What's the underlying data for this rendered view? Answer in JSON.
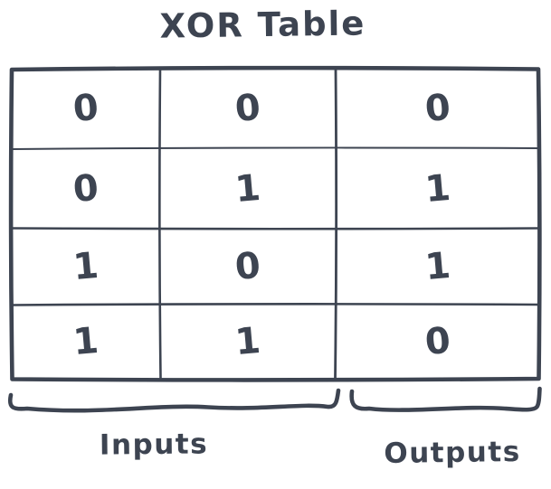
{
  "title": "XOR Table",
  "table": {
    "rows": [
      [
        "0",
        "0",
        "0"
      ],
      [
        "0",
        "1",
        "1"
      ],
      [
        "1",
        "0",
        "1"
      ],
      [
        "1",
        "1",
        "0"
      ]
    ]
  },
  "braces": {
    "inputs_label": "Inputs",
    "outputs_label": "Outputs"
  },
  "colors": {
    "ink": "#3d4451",
    "background": "#ffffff"
  }
}
